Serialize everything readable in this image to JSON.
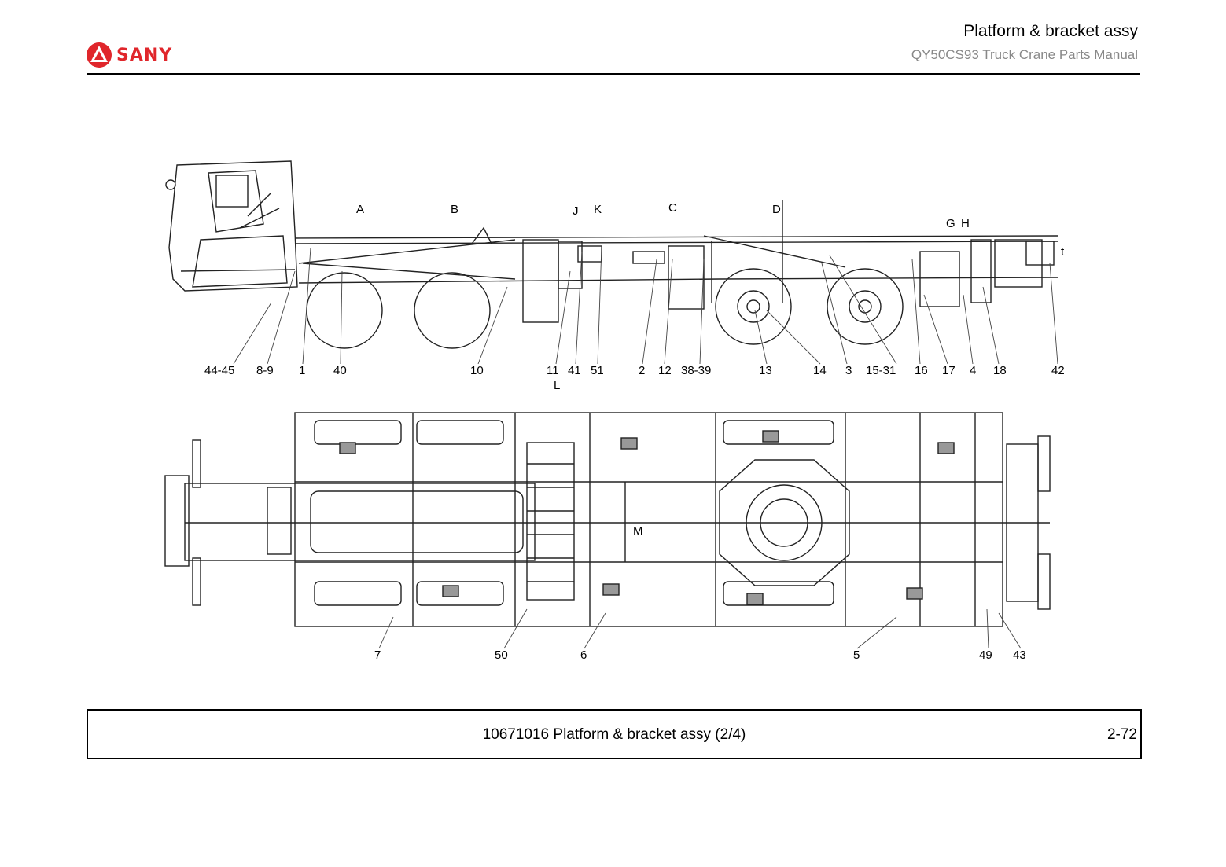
{
  "header": {
    "brand": "SANY",
    "title": "Platform & bracket assy",
    "subtitle": "QY50CS93 Truck Crane  Parts Manual",
    "brand_color": "#e0262b"
  },
  "drawing": {
    "section_marks": [
      "A",
      "B",
      "J",
      "K",
      "C",
      "D",
      "G",
      "H",
      "t",
      "L",
      "M"
    ],
    "top_callouts": [
      "44-45",
      "8-9",
      "1",
      "40",
      "10",
      "11",
      "41",
      "51",
      "2",
      "12",
      "38-39",
      "13",
      "14",
      "3",
      "15-31",
      "16",
      "17",
      "4",
      "18",
      "42"
    ],
    "bottom_callouts": [
      "7",
      "50",
      "6",
      "5",
      "49",
      "43"
    ]
  },
  "footer": {
    "caption": "10671016 Platform & bracket assy (2/4)",
    "page": "2-72"
  }
}
